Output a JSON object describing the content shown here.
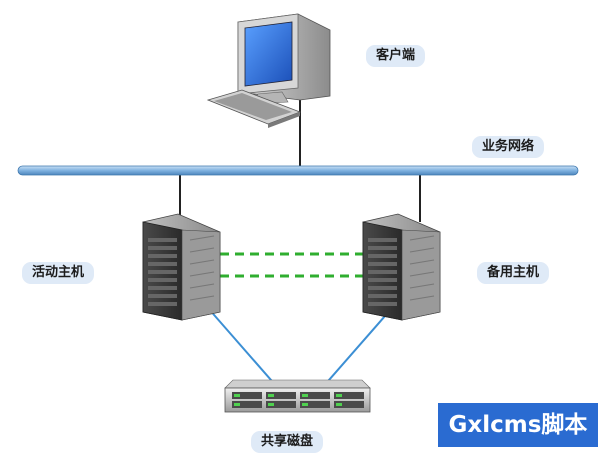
{
  "labels": {
    "client": "客户端",
    "business_network": "业务网络",
    "active_host": "活动主机",
    "standby_host": "备用主机",
    "shared_disk": "共享磁盘"
  },
  "watermark": "Gxlcms脚本",
  "colors": {
    "network_bus": "#7fb2e0",
    "heartbeat": "#2fae2f",
    "storage_link": "#3c8fd4",
    "label_bg": "#dfeaf7",
    "watermark_bg": "#2a6bd1"
  },
  "icons": [
    "computer-icon",
    "server-tower-icon",
    "disk-array-icon"
  ]
}
